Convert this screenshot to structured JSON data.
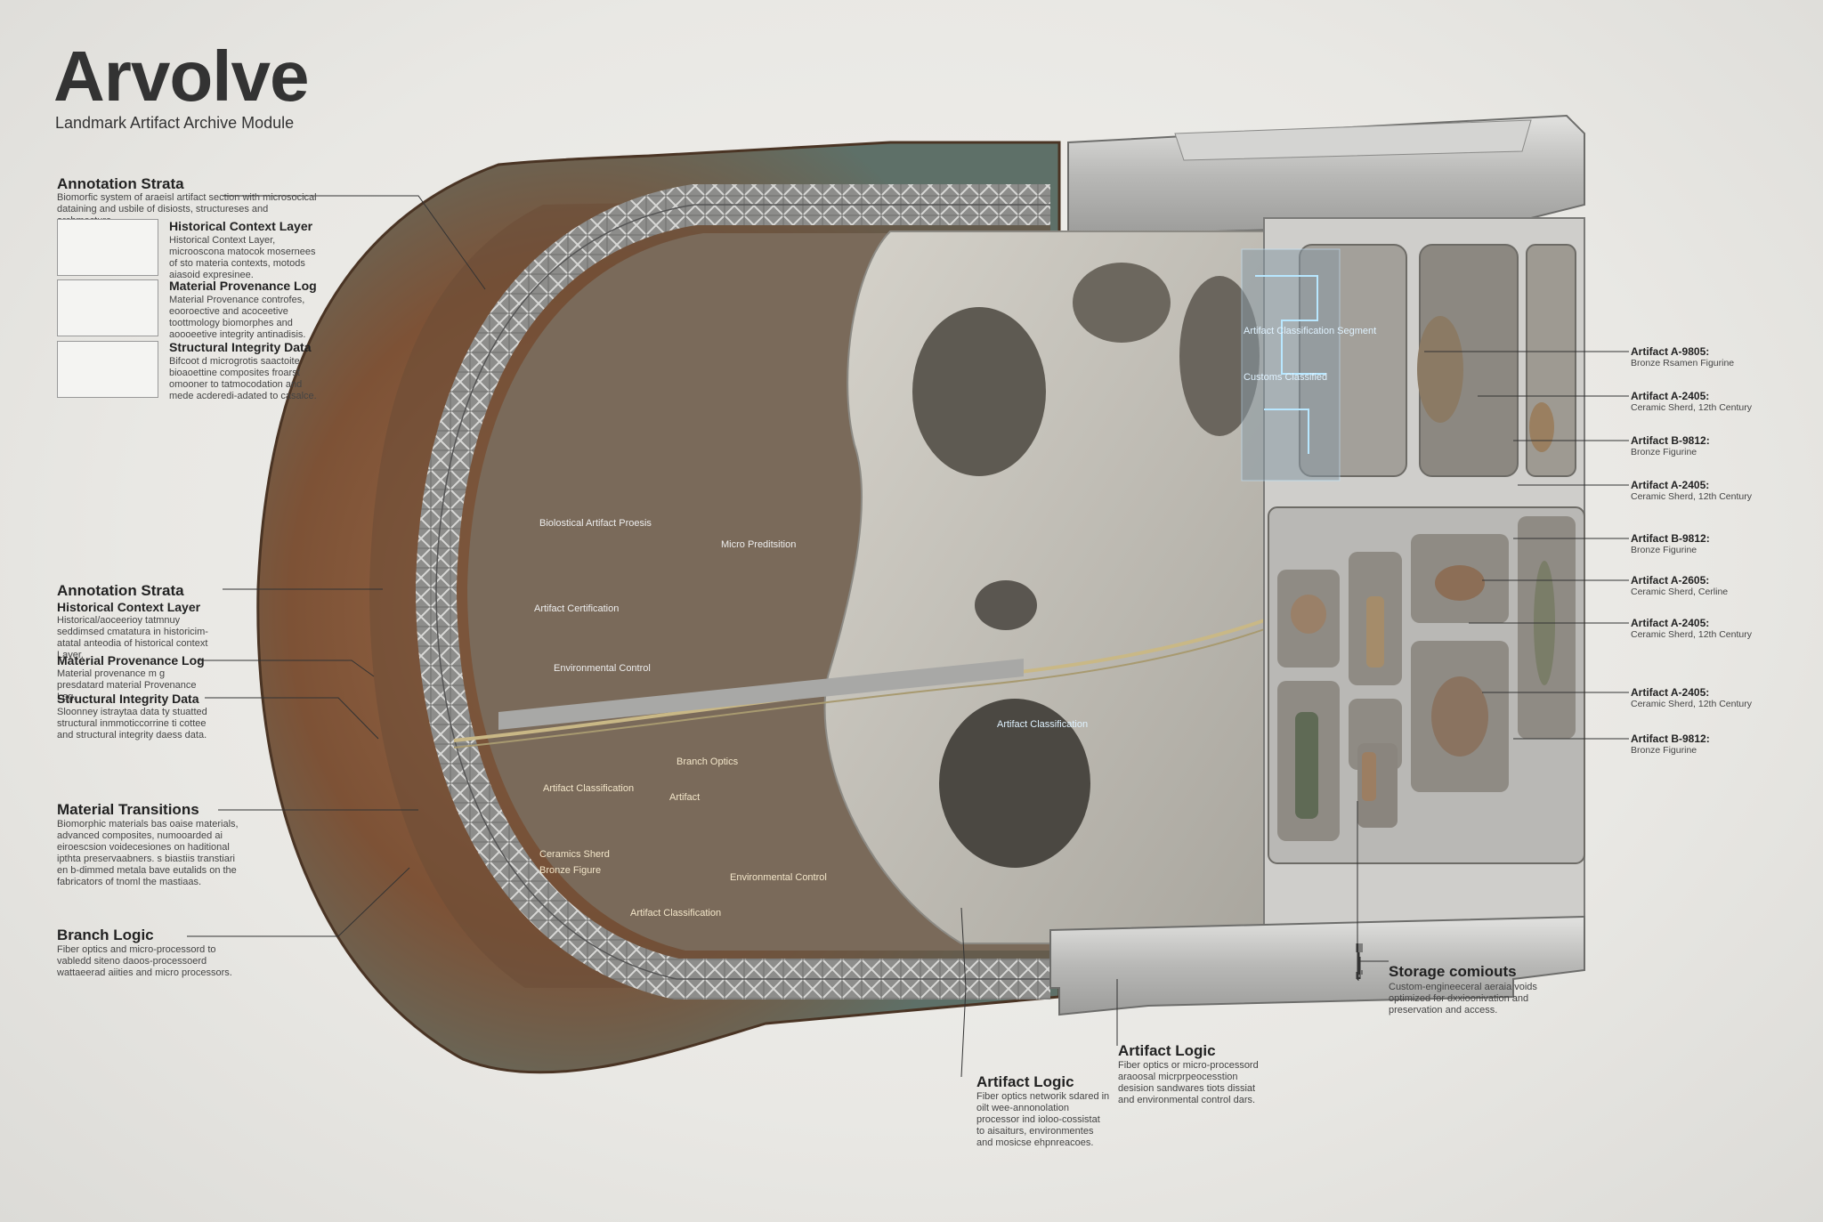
{
  "header": {
    "title": "Arvolve",
    "subtitle": "Landmark Artifact Archive Module"
  },
  "left_panel": {
    "annotation_strata": {
      "heading": "Annotation Strata",
      "text": "Biomorfic system of araeisl artifact section with microsocical dataining and usbile of disiosts, structureses and archmecture."
    },
    "historical_context": {
      "heading": "Historical Context Layer",
      "text": "Historical Context Layer, microoscona matocok mosernees of sto materia contexts, motods aiasoid expresinee."
    },
    "material_provenance": {
      "heading": "Material Provenance Log",
      "text": "Material Provenance controfes, eooroective and acoceetive toottmology biomorphes and aoooeetive integrity antinadisis."
    },
    "structural_integrity": {
      "heading": "Structural Integrity Data",
      "text": "Bifcoot d microgrotis saactoite bioaoettine composites froarst omooner to tatmocodation and mede acderedi-adated to casalce."
    }
  },
  "left_callouts": [
    {
      "heading": "Annotation Strata",
      "sub": "Historical Context Layer",
      "text": "Historical/aoceerioy tatmnuy seddimsed cmatatura in historicim-atatal anteodia of historical context Layer."
    },
    {
      "heading": "Material Provenance Log",
      "text": "Material provenance m g presdatard material Provenance Log."
    },
    {
      "heading": "Structural Integrity Data",
      "text": "Sloonney istraytaa data ty stuatted structural inmmoticcorrine ti cottee and structural integrity daess data."
    },
    {
      "heading": "Material Transitions",
      "text": "Biomorphic materials bas oaise materials, advanced composites, numooarded ai eiroescsion voidecesiones on haditional ipthta preservaabners. s biastiis transtiari en b-dimmed metala bave eutalids on the fabricators of tnoml the mastiaas."
    },
    {
      "heading": "Branch Logic",
      "text": "Fiber optics and micro-processord to vabledd siteno daoos-processoerd wattaeerad aiities and micro processors."
    }
  ],
  "interior_labels": [
    "Biolostical Artifact Proesis",
    "Artifact Certification",
    "Micro Preditsition",
    "Environmental Control",
    "Artifact Classification",
    "Artifact",
    "Bronze Figure",
    "Ceramics Sherd",
    "Environmental Control",
    "Artifact Classification",
    "Branch Optics",
    "Artifact Classification Segment",
    "Customs Classified",
    "Artifact Classification"
  ],
  "right_artifacts": [
    {
      "id": "Artifact A-9805:",
      "desc": "Bronze Rsamen Figurine"
    },
    {
      "id": "Artifact A-2405:",
      "desc": "Ceramic Sherd, 12th Century"
    },
    {
      "id": "Artifact B-9812:",
      "desc": "Bronze Figurine"
    },
    {
      "id": "Artifact A-2405:",
      "desc": "Ceramic Sherd, 12th Century"
    },
    {
      "id": "Artifact B-9812:",
      "desc": "Bronze Figurine"
    },
    {
      "id": "Artifact A-2605:",
      "desc": "Ceramic Sherd, Cerline"
    },
    {
      "id": "Artifact A-2405:",
      "desc": "Ceramic Sherd, 12th Century"
    },
    {
      "id": "Artifact A-2405:",
      "desc": "Ceramic Sherd, 12th Century"
    },
    {
      "id": "Artifact B-9812:",
      "desc": "Bronze Figurine"
    }
  ],
  "bottom_callouts": {
    "storage": {
      "heading": "Storage comiouts",
      "text": "Custom-engineeceral aeraia voids optimized for dxxioonivation and preservation and access."
    },
    "artifact_logic_1": {
      "heading": "Artifact Logic",
      "text": "Fiber optics or micro-processord araoosal micrprpeocesstion desision sandwares tiots dissiat and environmental control dars."
    },
    "artifact_logic_2": {
      "heading": "Artifact Logic",
      "text": "Fiber optics networik sdared in oilt wee-annonolation processor ind ioloo-cossistat to aisaiturs, environmentes and mosicse ehpnreacoes."
    }
  },
  "colors": {
    "rock": "#8a5a3a",
    "metal": "#c4c4c2",
    "bone": "#bfbcb4",
    "glow": "#9fd8ff"
  }
}
